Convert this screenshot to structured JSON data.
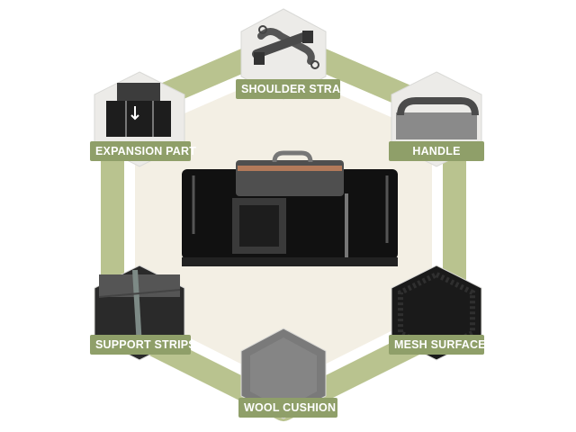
{
  "labels": {
    "shoulder_strap": "SHOULDER STRAP",
    "expansion_part": "EXPANSION PART",
    "handle": "HANDLE",
    "support_strips": "SUPPORT STRIPS",
    "mesh_surface": "MESH SURFACE",
    "wool_cushion": "WOOL CUSHION"
  },
  "colors": {
    "background": "#ffffff",
    "hexagon_band": "#b9c38f",
    "hexagon_inner": "#f3efe4",
    "label_fill": "#8f9f69",
    "label_text": "#ffffff",
    "photo_bg": "#e9e9e7"
  }
}
